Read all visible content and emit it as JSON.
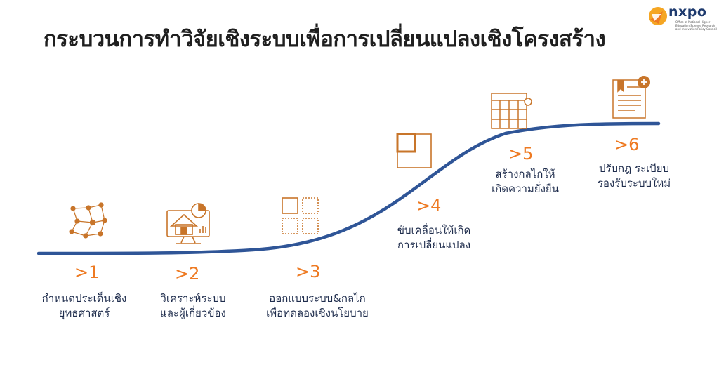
{
  "title": "กระบวนการทำวิจัยเชิงระบบเพื่อการเปลี่ยนแปลงเชิงโครงสร้าง",
  "logo": {
    "word": "nxpo",
    "subtitle": "Office of National Higher Education Science Research and Innovation Policy Council",
    "icon": "nxpo-logo-icon"
  },
  "colors": {
    "accent": "#ee7a22",
    "curve": "#2f5597",
    "text": "#1f2d4d"
  },
  "steps": [
    {
      "number": ">1",
      "line1": "กำหนดประเด็นเชิง",
      "line2": "ยุทธศาสตร์",
      "icon": "network-nodes-icon"
    },
    {
      "number": ">2",
      "line1": "วิเคราะห์ระบบ",
      "line2": "และผู้เกี่ยวข้อง",
      "icon": "analytics-monitor-icon"
    },
    {
      "number": ">3",
      "line1": "ออกแบบระบบ&กลไก",
      "line2": "เพื่อทดลองเชิงนโยบาย",
      "icon": "grid-design-icon"
    },
    {
      "number": ">4",
      "line1": "ขับเคลื่อนให้เกิด",
      "line2": "การเปลี่ยนแปลง",
      "icon": "expand-square-icon"
    },
    {
      "number": ">5",
      "line1": "สร้างกลไกให้",
      "line2": "เกิดความยั่งยืน",
      "icon": "calendar-system-icon"
    },
    {
      "number": ">6",
      "line1": "ปรับกฎ ระเบียบ",
      "line2": "รองรับระบบใหม่",
      "icon": "regulation-document-icon"
    }
  ]
}
